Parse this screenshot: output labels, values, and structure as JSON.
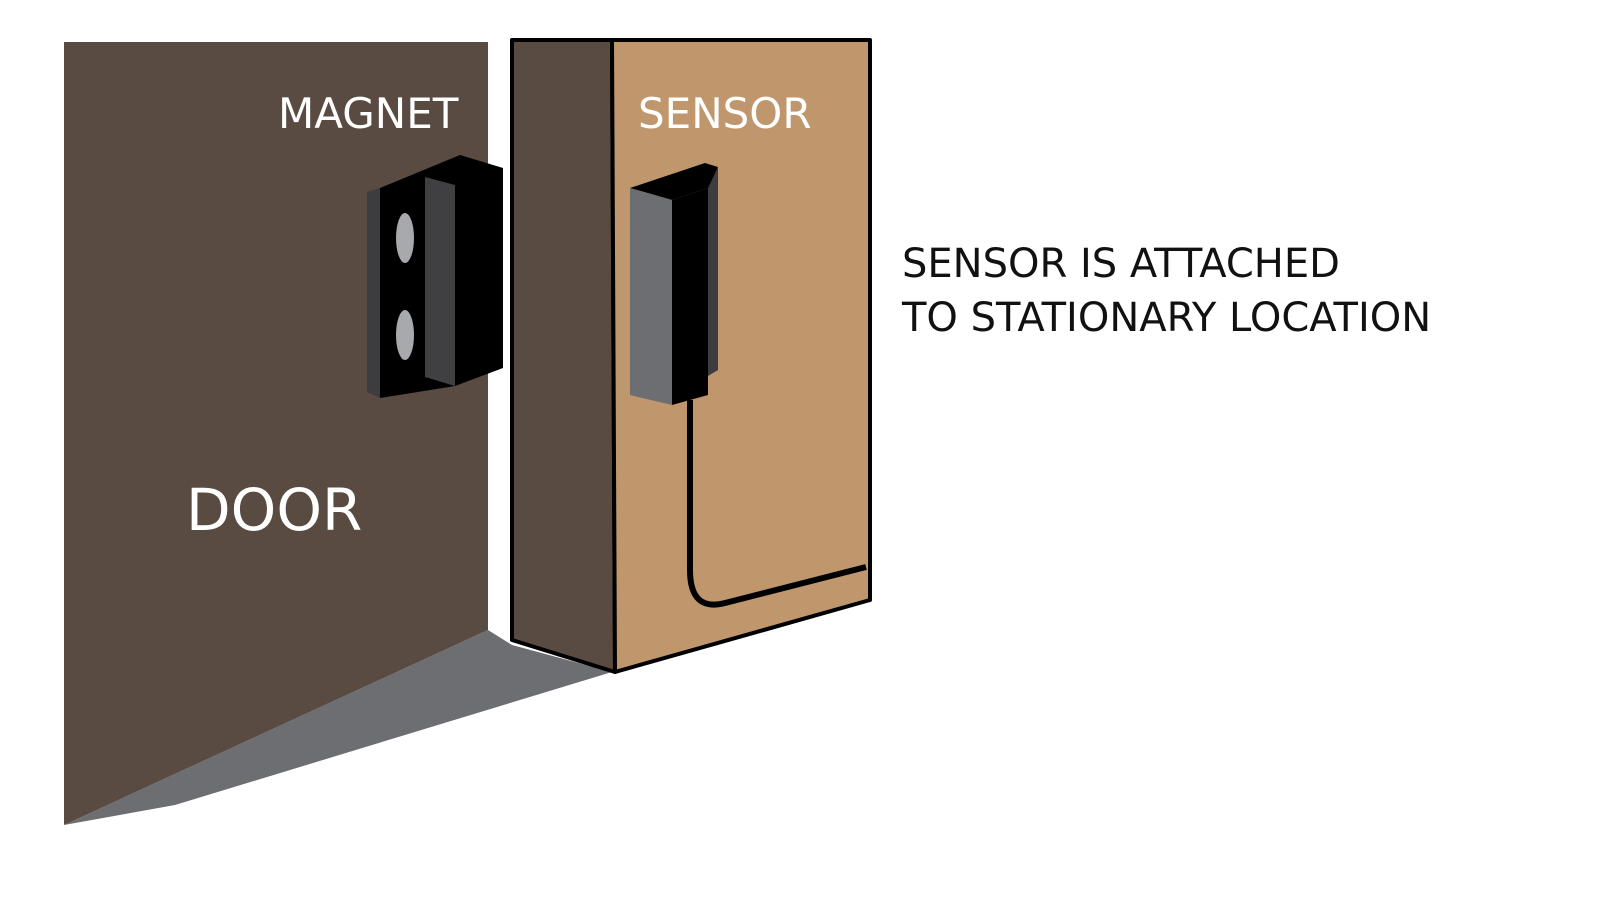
{
  "labels": {
    "magnet": "MAGNET",
    "sensor": "SENSOR",
    "door": "DOOR"
  },
  "caption": {
    "line1": "SENSOR IS ATTACHED",
    "line2": "TO STATIONARY LOCATION"
  },
  "colors": {
    "door": "#594a42",
    "frame_front": "#c0976c",
    "shadow": "#6d6e71",
    "device_gray": "#6d6e71",
    "device_dark": "#3d3d3f",
    "magnet_dot": "#a7a9ac"
  }
}
